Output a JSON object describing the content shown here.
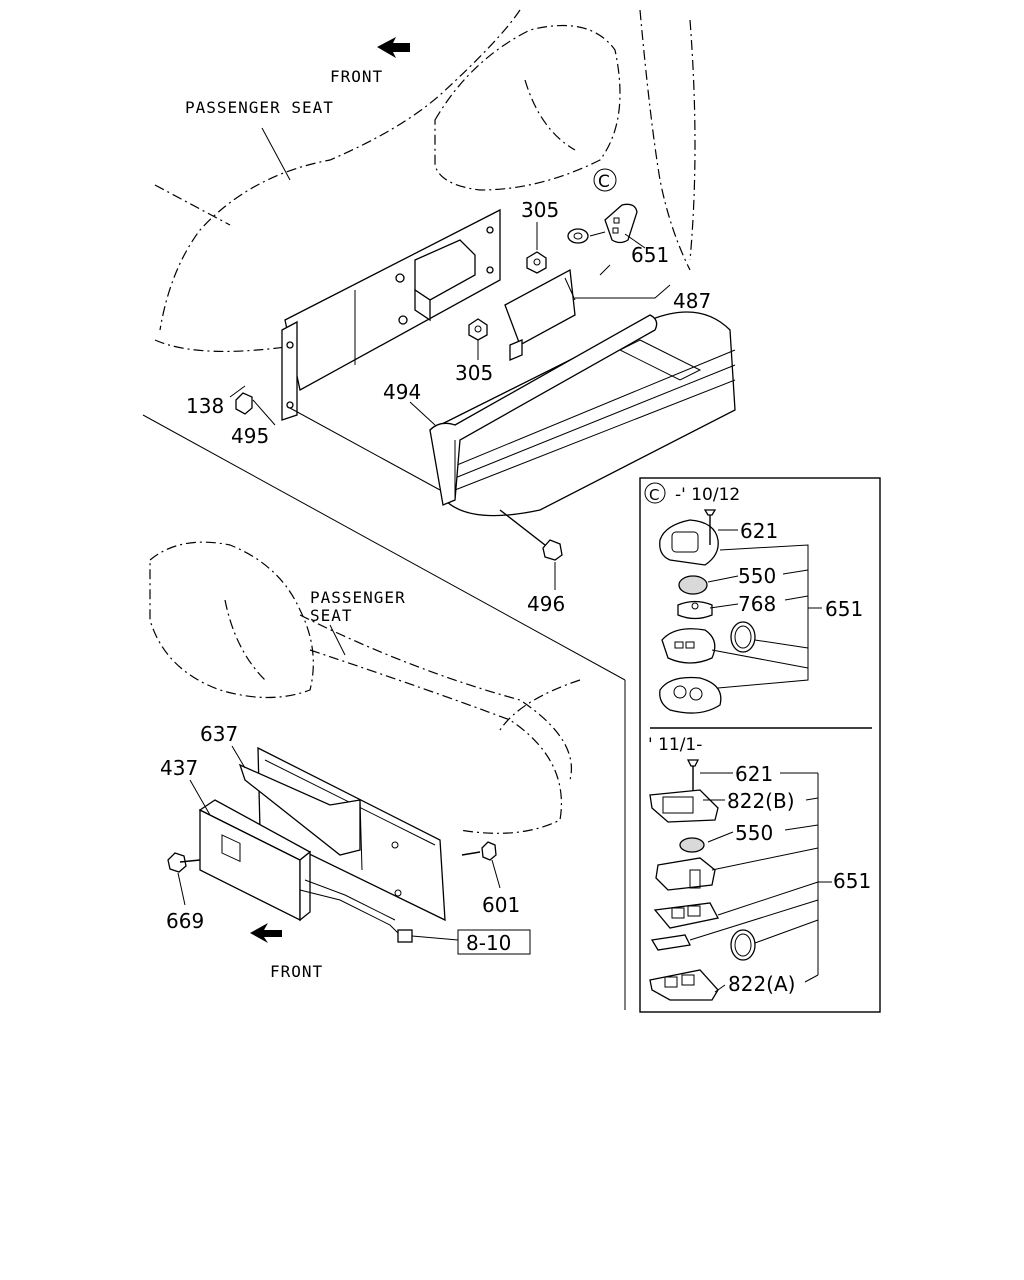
{
  "captions": {
    "front_top": "FRONT",
    "passenger_seat_top": "PASSENGER SEAT",
    "passenger_seat_bottom_line1": "PASSENGER",
    "passenger_seat_bottom_line2": "SEAT",
    "front_bottom": "FRONT"
  },
  "callouts_main": {
    "p305_upper": "305",
    "p651_key": "651",
    "p487": "487",
    "p305_lower": "305",
    "p138": "138",
    "p494": "494",
    "p495": "495",
    "p496": "496",
    "p637": "637",
    "p437": "437",
    "p669": "669",
    "p601": "601",
    "ref_8_10": "8-10"
  },
  "inset": {
    "marker": "C",
    "top_header": "-' 10/12",
    "top_parts": {
      "p621": "621",
      "p550": "550",
      "p768": "768",
      "p651": "651"
    },
    "bottom_header": "' 11/1-",
    "bottom_parts": {
      "p621": "621",
      "p822b": "822(B)",
      "p550": "550",
      "p651": "651",
      "p822a": "822(A)"
    }
  },
  "key_marker": "C"
}
